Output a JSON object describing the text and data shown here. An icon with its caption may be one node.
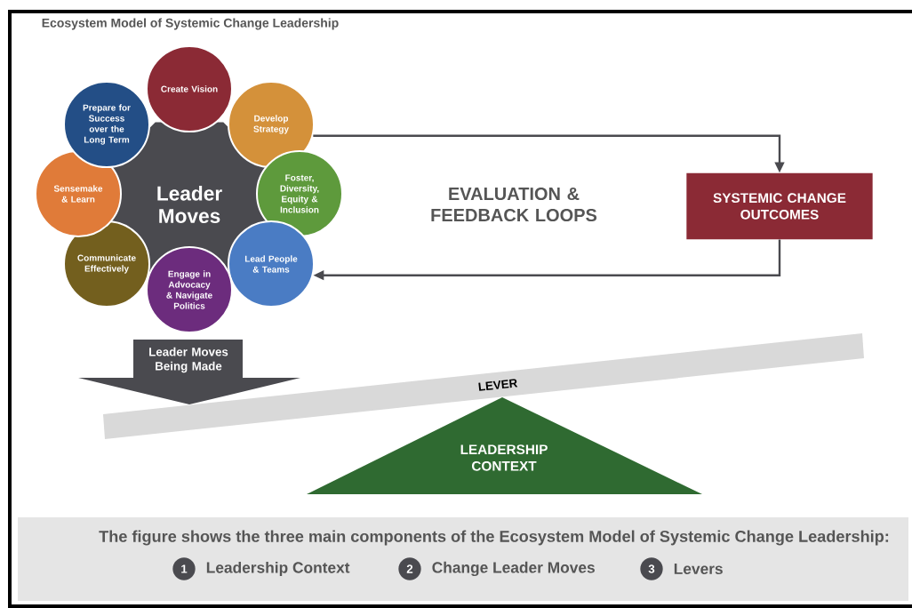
{
  "diagram": {
    "title": "Ecosystem Model of Systemic Change Leadership",
    "caption": "The figure shows the three main components of the Ecosystem Model of Systemic Change Leadership:",
    "nodes": [
      {
        "text": [
          "Leader Moves"
        ]
      },
      {
        "text": [
          "Create Vision"
        ]
      },
      {
        "text": [
          "Develop Strategy"
        ]
      },
      {
        "text": [
          "Foster, Diversity, Equity & Inclusion"
        ]
      },
      {
        "text": [
          "Lead People & Teams"
        ]
      },
      {
        "text": [
          "Engage in Advocacy & Navigate Politics"
        ]
      },
      {
        "text": [
          "Communicate Effectively"
        ]
      },
      {
        "text": [
          "Sensemake & Learn"
        ]
      },
      {
        "text": [
          "Prepare for Success over the Long Term"
        ]
      },
      {
        "text": [
          "SYSTEMIC CHANGE OUTCOMES"
        ]
      },
      {
        "text": [
          "Leader Moves Being Made"
        ]
      },
      {
        "text": [
          "LEVER"
        ]
      },
      {
        "text": [
          "LEADERSHIP CONTEXT"
        ]
      }
    ],
    "edges": [
      {
        "from": 2,
        "to": 9,
        "arrow": "to"
      },
      {
        "from": 9,
        "to": 4,
        "arrow": "to"
      }
    ],
    "labels": [
      "EVALUATION & FEEDBACK LOOPS",
      "1",
      "Leadership Context",
      "2",
      "Change Leader Moves",
      "3",
      "Levers"
    ]
  }
}
